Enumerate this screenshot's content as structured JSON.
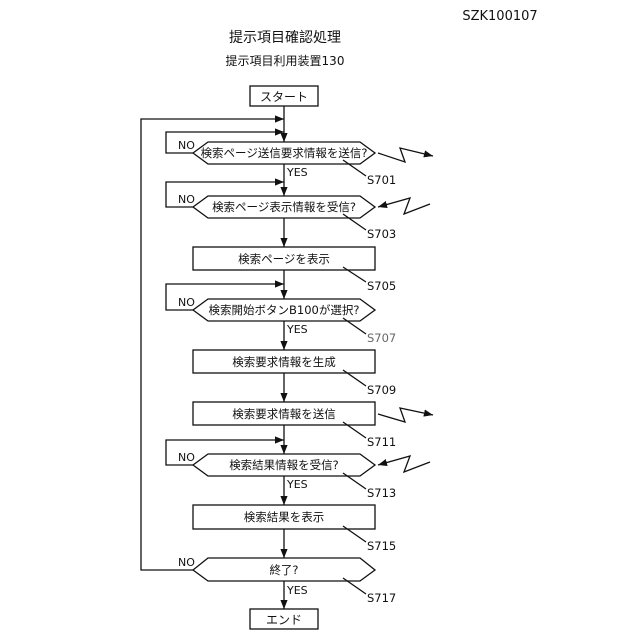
{
  "doc_id": "SZK100107",
  "title": "提示項目確認処理",
  "subtitle": "提示項目利用装置130",
  "start": "スタート",
  "end": "エンド",
  "steps": [
    {
      "text": "検索ページ送信要求情報を送信?",
      "ref": "S701"
    },
    {
      "text": "検索ページ表示情報を受信?",
      "ref": "S703"
    },
    {
      "text": "検索ページを表示",
      "ref": "S705"
    },
    {
      "text": "検索開始ボタンB100が選択?",
      "ref": "S707"
    },
    {
      "text": "検索要求情報を生成",
      "ref": "S709"
    },
    {
      "text": "検索要求情報を送信",
      "ref": "S711"
    },
    {
      "text": "検索結果情報を受信?",
      "ref": "S713"
    },
    {
      "text": "検索結果を表示",
      "ref": "S715"
    },
    {
      "text": "終了?",
      "ref": "S717"
    }
  ],
  "labels": {
    "yes": "YES",
    "no": "NO"
  }
}
